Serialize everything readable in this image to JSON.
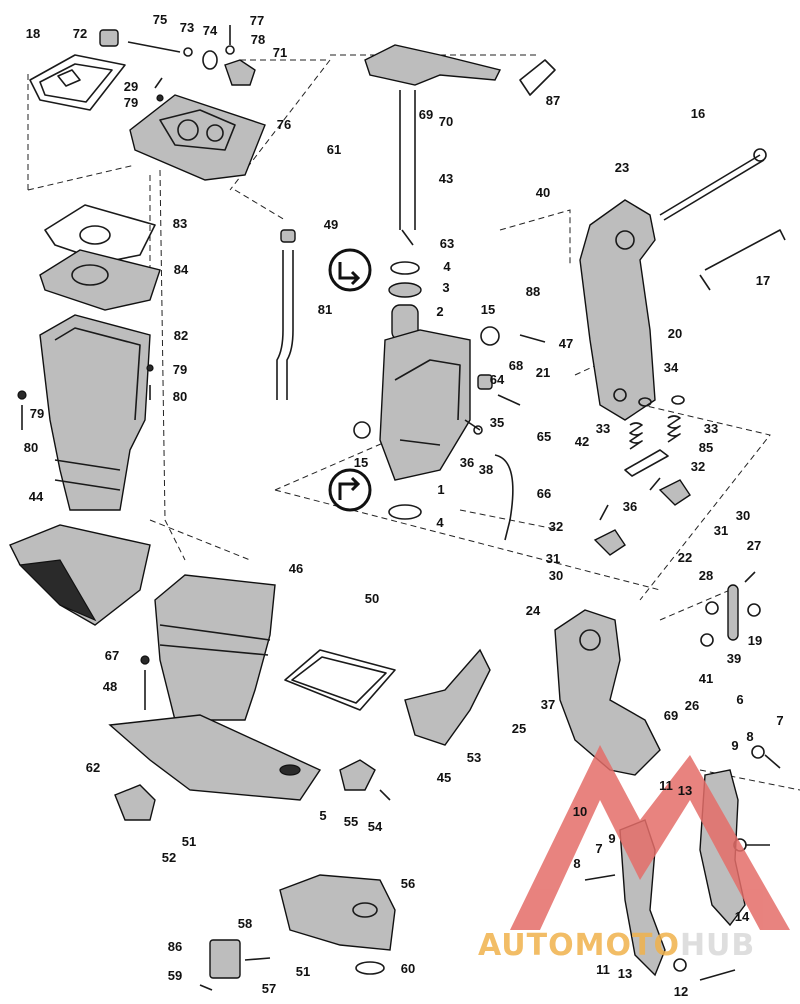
{
  "labels": [
    "18",
    "72",
    "75",
    "73",
    "74",
    "77",
    "78",
    "71",
    "29",
    "79",
    "76",
    "61",
    "83",
    "84",
    "82",
    "79",
    "80",
    "79",
    "80",
    "44",
    "43",
    "49",
    "63",
    "4",
    "3",
    "81",
    "2",
    "15",
    "64",
    "68",
    "21",
    "47",
    "35",
    "36",
    "38",
    "15",
    "1",
    "4",
    "65",
    "42",
    "66",
    "40",
    "88",
    "87",
    "69",
    "70",
    "16",
    "23",
    "17",
    "20",
    "34",
    "33",
    "33",
    "85",
    "32",
    "22",
    "31",
    "30",
    "32",
    "31",
    "30",
    "36",
    "27",
    "28",
    "19",
    "39",
    "41",
    "24",
    "25",
    "37",
    "46",
    "50",
    "67",
    "48",
    "45",
    "53",
    "62",
    "5",
    "55",
    "54",
    "51",
    "52",
    "56",
    "58",
    "86",
    "59",
    "57",
    "51",
    "60",
    "69",
    "26",
    "6",
    "7",
    "9",
    "8",
    "10",
    "9",
    "7",
    "8",
    "11",
    "13",
    "14",
    "11",
    "13",
    "12"
  ],
  "logo": {
    "text_a": "AUTO",
    "text_b": "MOTO",
    "text_c": "HUB",
    "color_primary": "#e46d68",
    "color_secondary": "#f0b24c",
    "color_tertiary": "#d9d9d9"
  }
}
